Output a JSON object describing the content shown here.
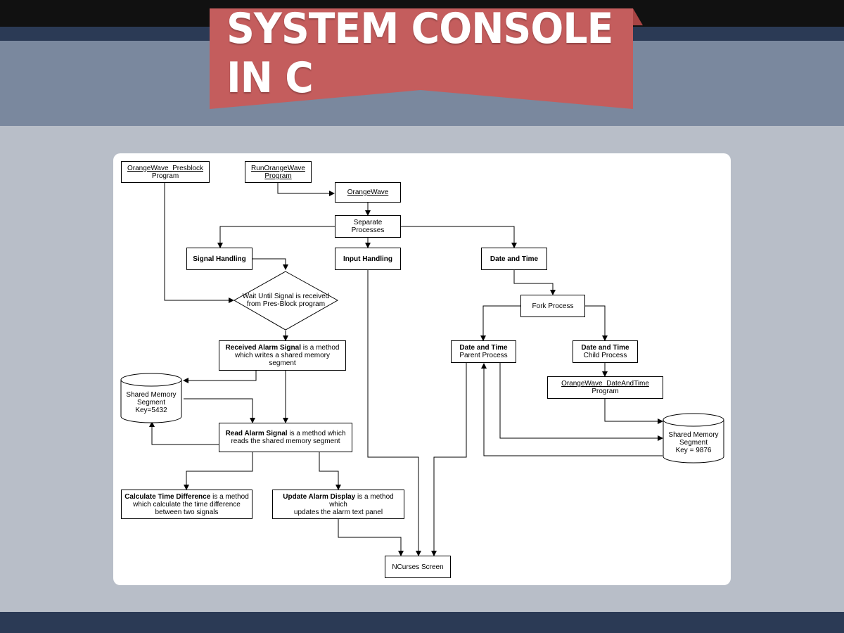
{
  "banner": {
    "title": "SYSTEM CONSOLE IN C",
    "colors": {
      "ribbon": "#c45d5d",
      "ribbon_fold": "#a84444",
      "navy": "#2b3a55",
      "slate": "#7a889e",
      "background": "#b8bec8"
    }
  },
  "diagram": {
    "nodes": {
      "presblock": {
        "line1": "OrangeWave_Presblock",
        "line2": "Program"
      },
      "run_orangewave": {
        "line1": "RunOrangeWave",
        "line2": "Program"
      },
      "orangewave": {
        "label": "OrangeWave"
      },
      "separate_processes": {
        "label": "Separate Processes"
      },
      "signal_handling": {
        "label": "Signal Handling"
      },
      "input_handling": {
        "label": "Input Handling"
      },
      "date_and_time": {
        "label": "Date and Time"
      },
      "wait_signal": {
        "line1": "Wait Until Signal is received",
        "line2": "from Pres-Block program"
      },
      "fork_process": {
        "label": "Fork Process"
      },
      "parent_process": {
        "line1": "Date and Time",
        "line2": "Parent Process"
      },
      "child_process": {
        "line1": "Date and Time",
        "line2": "Child Process"
      },
      "received_alarm": {
        "bold": "Received Alarm Signal",
        "rest": " is a method",
        "line2": "which writes a shared memory segment"
      },
      "dateandtime_program": {
        "line1": "OrangeWave_DateAndTime",
        "line2": "Program"
      },
      "shm1": {
        "line1": "Shared Memory",
        "line2": "Segment",
        "line3": "Key=5432"
      },
      "shm2": {
        "line1": "Shared Memory",
        "line2": "Segment",
        "line3": "Key = 9876"
      },
      "read_alarm": {
        "bold": "Read Alarm Signal",
        "rest": " is a method which",
        "line2": "reads the shared memory segment"
      },
      "calc_time": {
        "bold": "Calculate Time Difference",
        "rest": " is a method",
        "line2": "which calculate the time difference",
        "line3": "between two signals"
      },
      "update_alarm": {
        "bold": "Update Alarm Display",
        "rest": " is a method which",
        "line2": "updates the alarm text panel"
      },
      "ncurses": {
        "label": "NCurses Screen"
      }
    }
  }
}
